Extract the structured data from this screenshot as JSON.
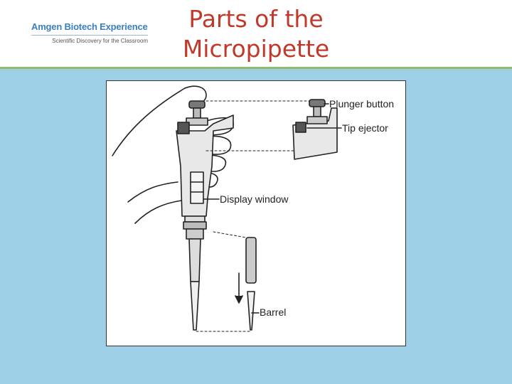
{
  "logo": {
    "name": "Amgen Biotech Experience",
    "tagline": "Scientific Discovery for the Classroom"
  },
  "slide": {
    "title_line1": "Parts of the",
    "title_line2": "Micropipette"
  },
  "diagram": {
    "labels": {
      "plunger_button": "Plunger button",
      "tip_ejector": "Tip ejector",
      "display_window": "Display window",
      "barrel": "Barrel"
    }
  },
  "colors": {
    "title": "#c0392b",
    "accent_green": "#8fbc6a",
    "background_blue": "#9dcfe6",
    "logo_blue": "#3a7fc0"
  }
}
